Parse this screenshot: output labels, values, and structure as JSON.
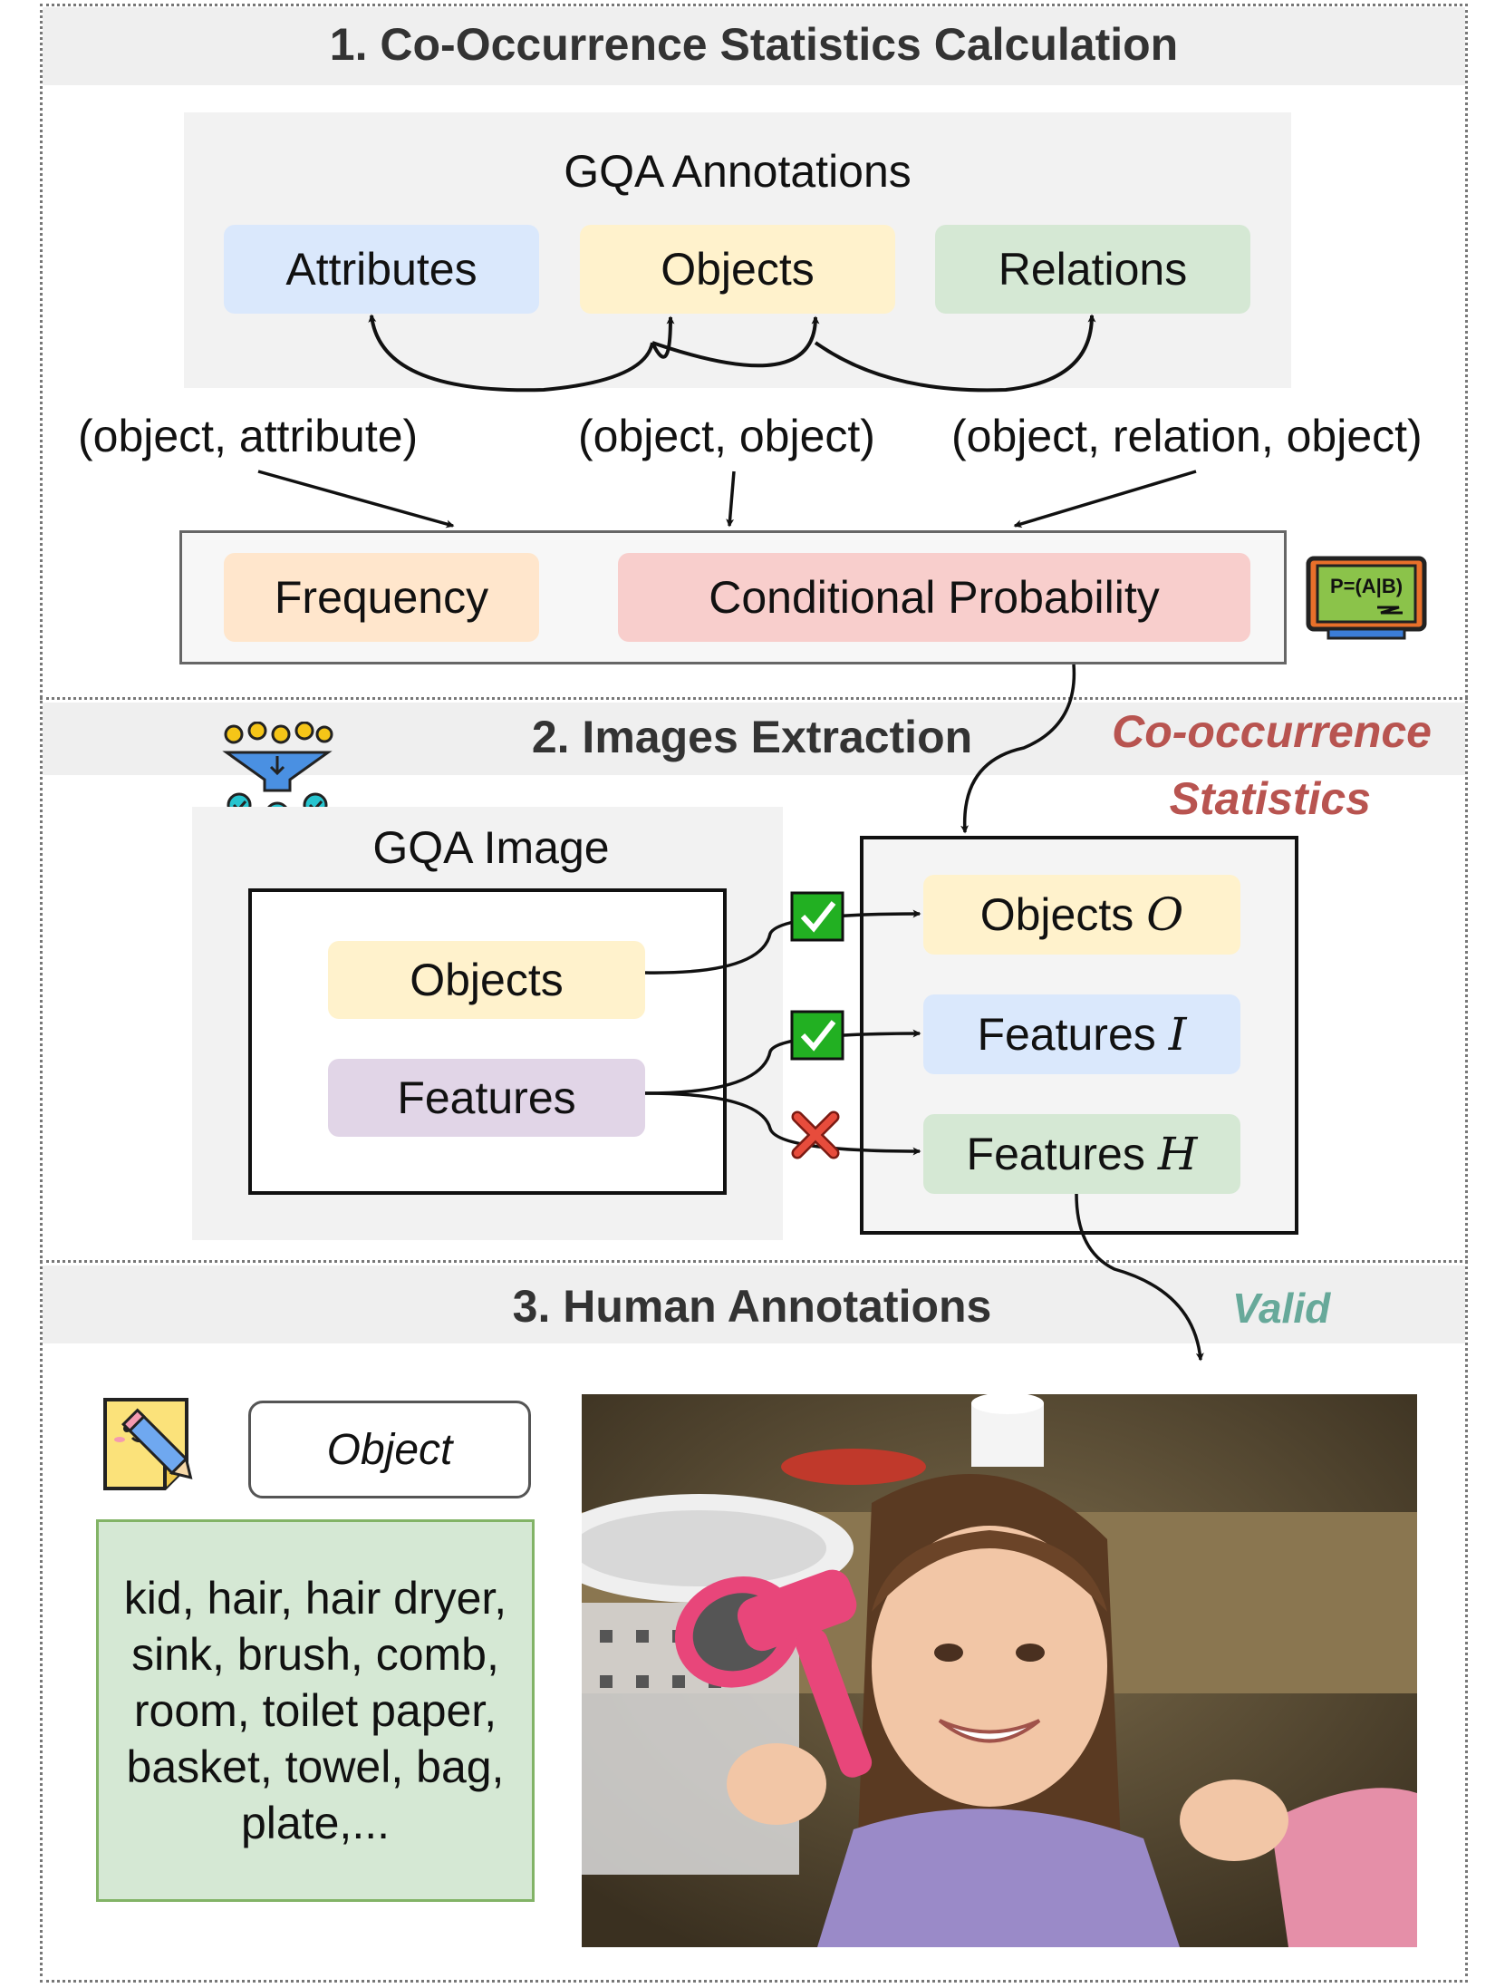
{
  "sections": {
    "s1_title": "1. Co-Occurrence Statistics Calculation",
    "s2_title": "2. Images Extraction",
    "s3_title": "3. Human Annotations"
  },
  "gqa_annotations": {
    "title": "GQA Annotations",
    "attributes": "Attributes",
    "objects": "Objects",
    "relations": "Relations"
  },
  "tuples": {
    "obj_attr": "(object, attribute)",
    "obj_obj": "(object, object)",
    "obj_rel_obj": "(object, relation, object)"
  },
  "statistics": {
    "frequency": "Frequency",
    "conditional_probability": "Conditional Probability",
    "formula": "P=(A|B)"
  },
  "cooccurrence_label": {
    "line1": "Co-occurrence",
    "line2": "Statistics"
  },
  "gqa_image": {
    "title": "GQA Image",
    "objects": "Objects",
    "features": "Features"
  },
  "outputs": {
    "objects_label": "Objects",
    "objects_var": "O",
    "features_i_label": "Features",
    "features_i_var": "I",
    "features_h_label": "Features",
    "features_h_var": "H"
  },
  "valid_label": "Valid",
  "human_annotations": {
    "object_label": "Object",
    "object_list": "kid, hair, hair dryer, sink, brush, comb, room, toilet paper, basket, towel, bag, plate,..."
  },
  "colors": {
    "attributes": "#dae8fc",
    "objects": "#fff2cc",
    "relations": "#d5e8d4",
    "frequency": "#ffe6cc",
    "conditional_probability": "#f8cecc",
    "features": "#e1d5e7",
    "cooccurrence": "#b85450",
    "valid": "#67a99a",
    "check": "#22b022",
    "cross": "#e74c3c"
  },
  "icons": [
    "formula-board-icon",
    "filter-funnel-icon",
    "check-icon",
    "cross-icon",
    "note-pencil-icon",
    "photo-girl-hair-dryer"
  ]
}
